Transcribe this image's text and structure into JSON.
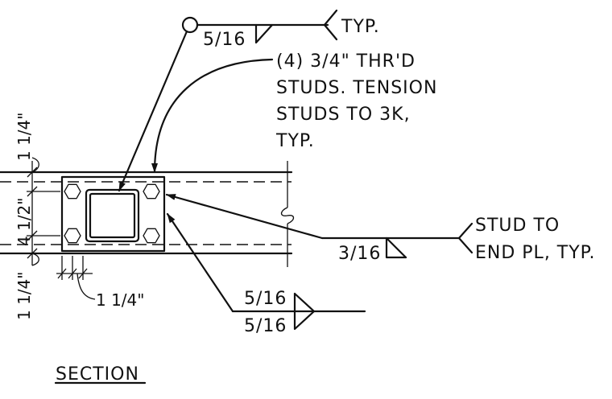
{
  "welds": {
    "top": {
      "size": "5/16",
      "tail": "TYP."
    },
    "right": {
      "size": "3/16",
      "tail_line1": "STUD TO",
      "tail_line2": "END PL, TYP."
    },
    "bottom": {
      "size_top": "5/16",
      "size_bottom": "5/16"
    }
  },
  "note": {
    "line1": "(4) 3/4\" THR'D",
    "line2": "STUDS. TENSION",
    "line3": "STUDS TO 3K,",
    "line4": "TYP."
  },
  "dimensions": {
    "top_edge": "1 1/4\"",
    "middle": "4 1/2\"",
    "bottom_edge": "1 1/4\"",
    "horizontal_edge": "1 1/4\""
  },
  "title": "SECTION"
}
